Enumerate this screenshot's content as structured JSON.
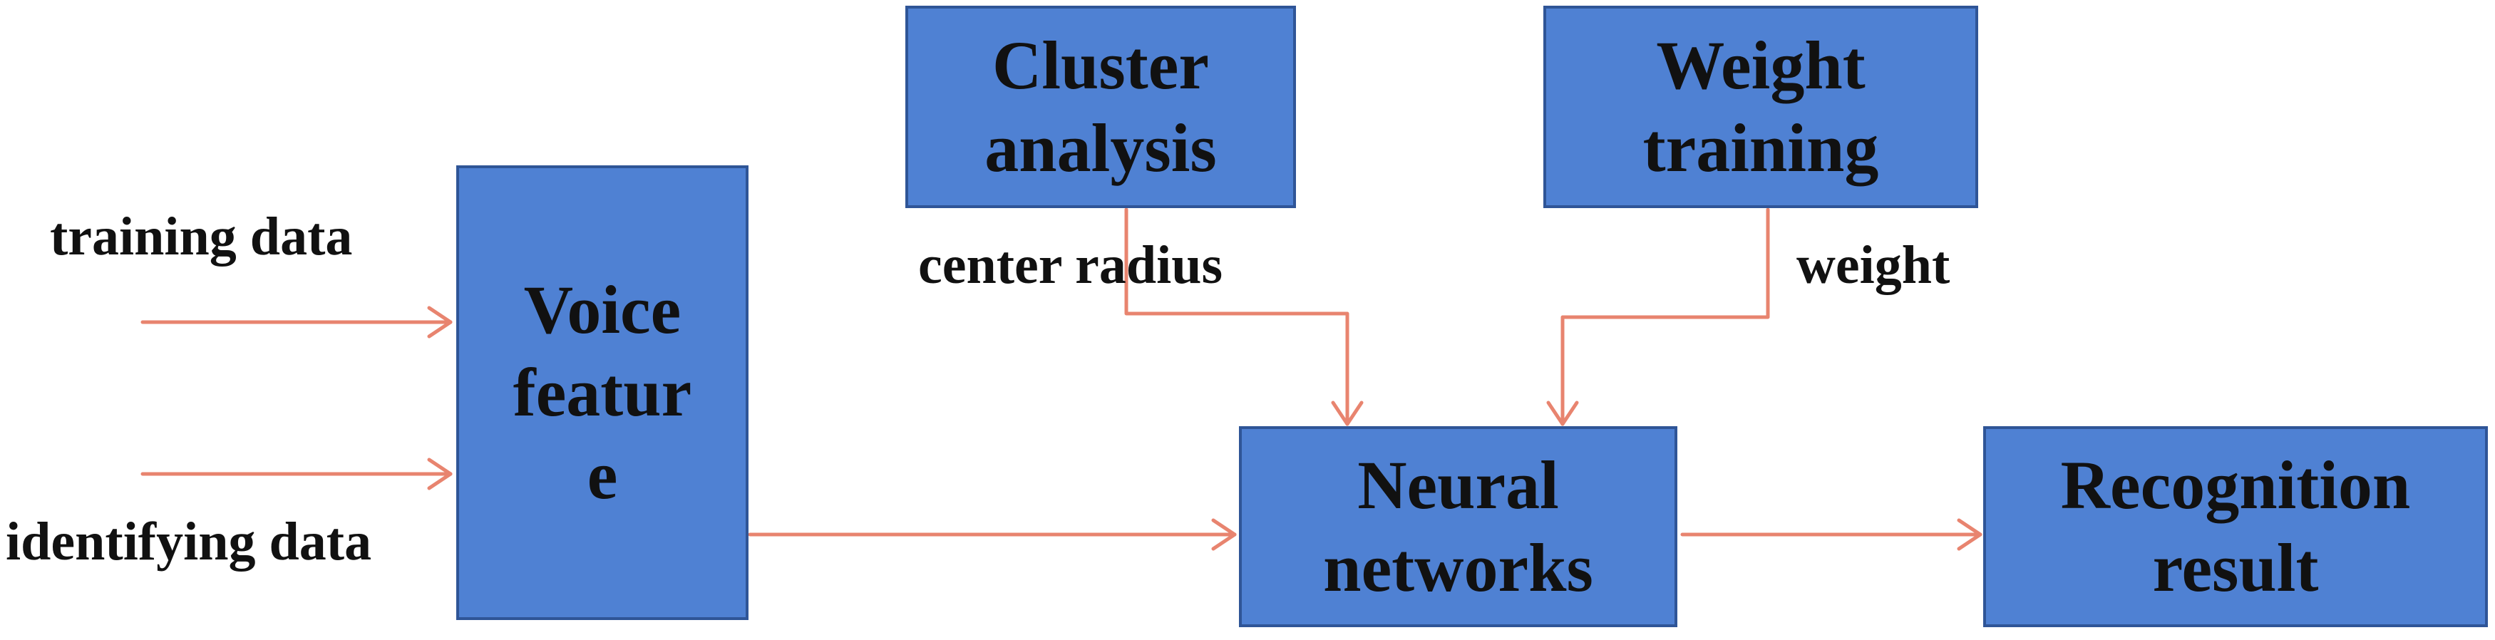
{
  "boxes": {
    "voice_feature": [
      "Voice",
      "featur",
      "e"
    ],
    "cluster_analysis": [
      "Cluster",
      "analysis"
    ],
    "weight_training": [
      "Weight",
      "training"
    ],
    "neural_networks": [
      "Neural",
      "networks"
    ],
    "recognition_result": [
      "Recognition",
      "result"
    ]
  },
  "labels": {
    "training_data": "training data",
    "identifying_data": "identifying data",
    "center_radius": "center radius",
    "weight": "weight"
  },
  "colors": {
    "box_fill": "#4f81d3",
    "box_border": "#2f5597",
    "arrow": "#e8846f"
  }
}
